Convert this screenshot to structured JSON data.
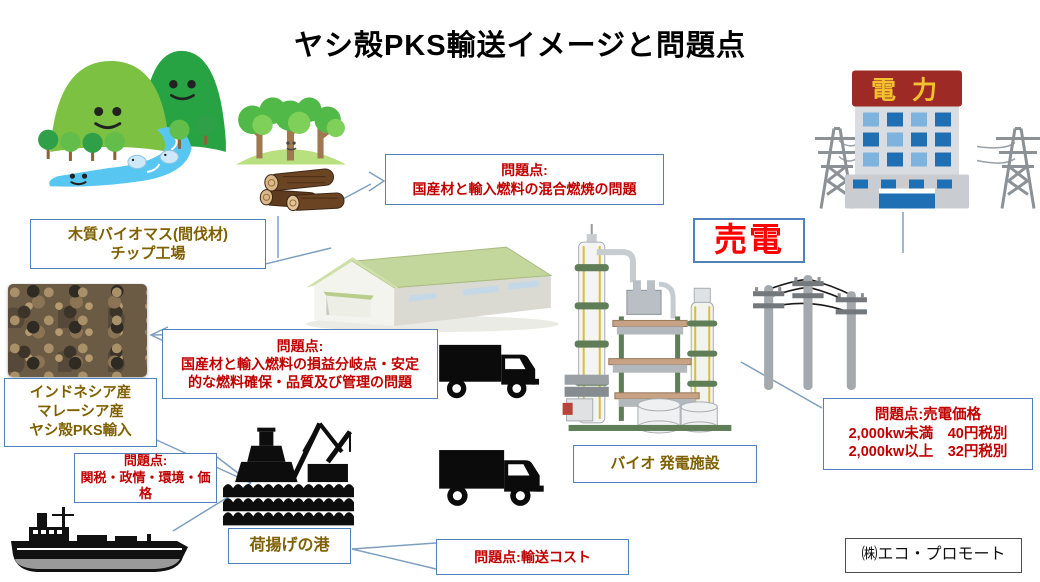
{
  "title": "ヤシ殻PKS輸送イメージと問題点",
  "nodes": {
    "chip_factory": [
      "木質バイオマス(間伐材)",
      "チップ工場"
    ],
    "pks_import": [
      "インドネシア産",
      "マレーシア産",
      "ヤシ殻PKS輸入"
    ],
    "port": "荷揚げの港",
    "bio_plant": "バイオ 発電施設",
    "sell_power": "売電",
    "power_sign": "電力",
    "company": "㈱エコ・プロモート"
  },
  "problems": {
    "mixed_combustion": [
      "問題点:",
      "国産材と輸入燃料の混合燃焼の問題"
    ],
    "fuel_supply": [
      "問題点:",
      "国産材と輸入燃料の損益分岐点・安定",
      "的な燃料確保・品質及び管理の問題"
    ],
    "customs": [
      "問題点:",
      "関税・政情・環境・価格"
    ],
    "transport_cost": "問題点:輸送コスト",
    "sell_price": [
      "問題点:売電価格",
      "2,000kw未満　40円税別",
      "2,000kw以上　32円税別"
    ]
  },
  "colors": {
    "problem_text": "#c00000",
    "label_text": "#7f6000",
    "box_border": "#4f81bd",
    "sell_power_text": "#ff0000",
    "power_sign_bg": "#9e2a25",
    "power_sign_text": "#f2c12e",
    "connector": "#7f9fbf"
  }
}
